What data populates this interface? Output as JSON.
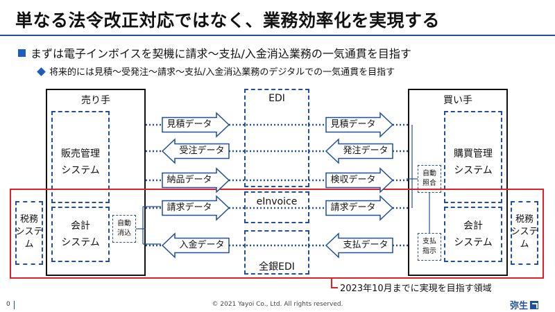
{
  "title": "単なる法令改正対応ではなく、業務効率化を実現する",
  "bullet1": "まずは電子インボイスを契機に請求〜支払/入金消込業務の一気通貫を目指す",
  "bullet2": "将来的には見積〜受発注〜請求〜支払/入金消込業務のデジタルでの一気通貫を目指す",
  "seller": {
    "title": "売り手",
    "sales_system": "販売管理\nシステム",
    "accounting_system": "会計\nシステム",
    "auto_reconcile": "自動\n消込",
    "tax_system": "税務\nシステム"
  },
  "buyer": {
    "title": "買い手",
    "purchase_system": "購買管理\nシステム",
    "accounting_system": "会計\nシステム",
    "auto_match": "自動\n照合",
    "payment_instruction": "支払\n指示",
    "tax_system": "税務\nシステム"
  },
  "edi": {
    "top": "EDI",
    "einvoice": "eInvoice",
    "zengin": "全銀EDI"
  },
  "flows": [
    {
      "left": "見積データ",
      "right": "見積データ",
      "direction": "right"
    },
    {
      "left": "受注データ",
      "right": "発注データ",
      "direction": "left"
    },
    {
      "left": "納品データ",
      "right": "検収データ",
      "direction": "right"
    },
    {
      "left": "請求データ",
      "right": "請求データ",
      "direction": "right"
    },
    {
      "left": "入金データ",
      "right": "支払データ",
      "direction": "left"
    }
  ],
  "target_note": "2023年10月までに実現を目指す領域",
  "footer": {
    "page": "0",
    "copyright": "© 2021 Yayoi Co., Ltd.  All rights reserved.",
    "logo": "弥生"
  },
  "colors": {
    "accent": "#1f4e9c",
    "highlight": "#e01e24"
  }
}
